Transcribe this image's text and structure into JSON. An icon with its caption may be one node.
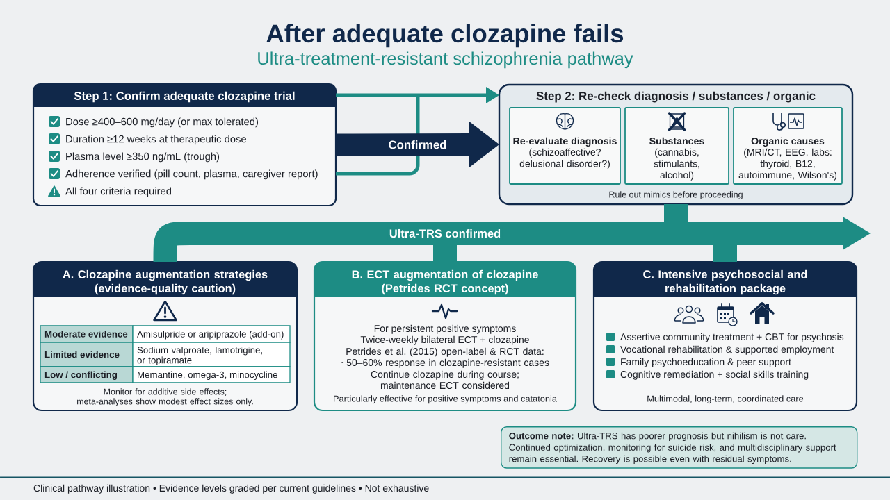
{
  "diagram": {
    "title": "After adequate clozapine fails",
    "nodes": [
      {
        "text": [
          "Step 1: Confirm adequate clozapine trial",
          "Dose ≥400–600 mg/day (or max tolerated)",
          "Duration ≥12 weeks at therapeutic dose",
          "Plasma level ≥350 ng/mL (trough)",
          "Adherence verified (pill count, plasma, caregiver report)",
          "All four criteria required"
        ]
      },
      {
        "text": [
          "Step 2: Re-check diagnosis / substances / organic",
          "Rule out mimics before proceeding"
        ]
      },
      {
        "text": [
          "Re-evaluate diagnosis",
          "(schizoaffective? delusional disorder?)"
        ],
        "in": 1
      },
      {
        "text": [
          "Substances",
          "(cannabis, stimulants, alcohol)"
        ],
        "in": 1
      },
      {
        "text": [
          "Organic causes",
          "(MRI/CT, EEG, labs: thyroid, B12, autoimmune, Wilson's)"
        ],
        "in": 1
      },
      {
        "text": [
          "A. Clozapine augmentation strategies (evidence-quality caution)",
          "Moderate evidence",
          "Amisulpride or aripiprazole (add-on)",
          "Limited evidence",
          "Sodium valproate, lamotrigine, or topiramate",
          "Low / conflicting",
          "Memantine, omega-3, minocycline",
          "Monitor for additive side effects; meta-analyses show modest effect sizes only."
        ]
      },
      {
        "text": [
          "B. ECT augmentation of clozapine (Petrides RCT concept)",
          "For persistent positive symptoms",
          "Twice-weekly bilateral ECT + clozapine",
          "Petrides et al. (2015) open-label & RCT data: ~50–60% response in clozapine-resistant cases",
          "Continue clozapine during course; maintenance ECT considered",
          "Particularly effective for positive symptoms and catatonia"
        ]
      },
      {
        "text": [
          "C. Intensive psychosocial and rehabilitation package",
          "Assertive community treatment + CBT for psychosis",
          "Vocational rehabilitation & supported employment",
          "Family psychoeducation & peer support",
          "Cognitive remediation + social skills training",
          "Multimodal, long-term, coordinated care"
        ]
      },
      {
        "text": [
          "**Outcome note:** Ultra-TRS has poorer prognosis but nihilism is not care. Continued optimization, monitoring for suicide risk, and multidisciplinary support remain essential. Recovery is possible even with residual symptoms."
        ]
      }
    ],
    "edges": [
      {
        "from": 0,
        "to": 1,
        "arrow": "to"
      },
      {
        "from": 0,
        "to": 1,
        "arrow": "to",
        "label": "Confirmed",
        "color": "#10284a"
      },
      {
        "from": 1,
        "to": 5,
        "arrow": "none"
      },
      {
        "from": 1,
        "to": 6,
        "arrow": "none",
        "label": "Ultra-TRS confirmed"
      },
      {
        "from": 1,
        "to": 7,
        "arrow": "none"
      },
      {
        "from": 1,
        "to": null,
        "arrow": "to"
      }
    ],
    "labels": [
      "Ultra-treatment-resistant schizophrenia pathway",
      "Clinical pathway illustration • Evidence levels graded per current guidelines • Not exhaustive"
    ]
  }
}
